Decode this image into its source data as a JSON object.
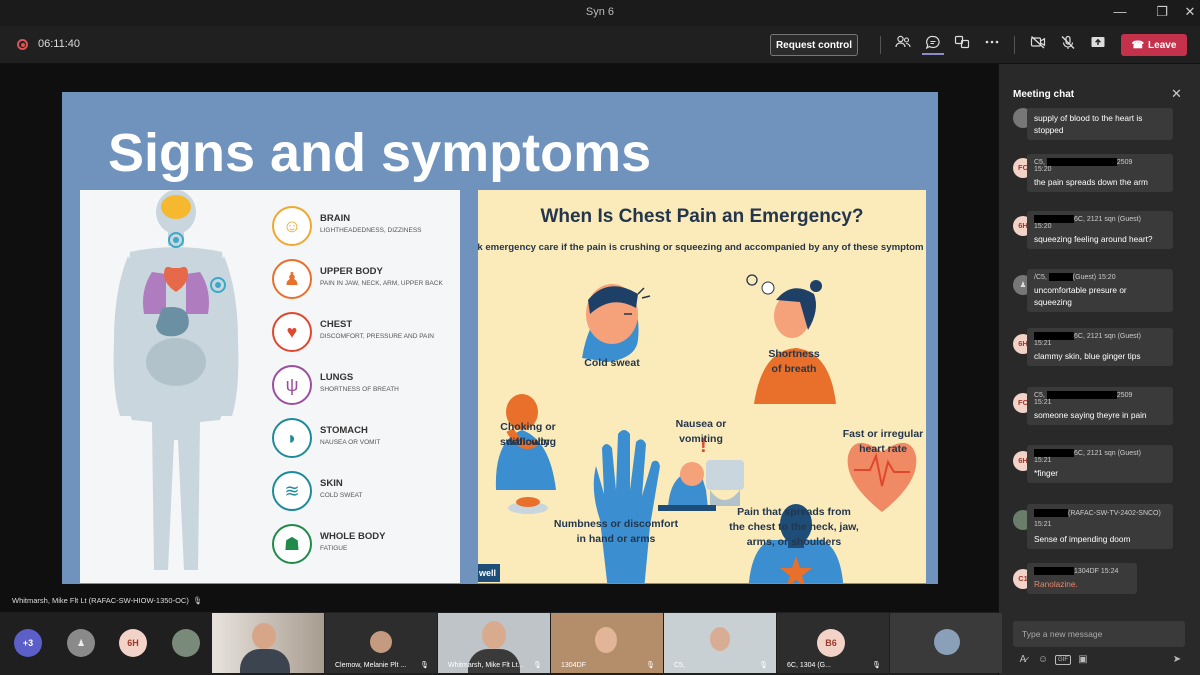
{
  "window": {
    "title": "Syn 6",
    "minimize": "—",
    "maximize": "❐",
    "close": "✕"
  },
  "toolbar": {
    "timer": "06:11:40",
    "request_control": "Request control",
    "leave": "Leave",
    "icons": [
      "people-icon",
      "chat-icon",
      "rooms-icon",
      "more-icon",
      "camera-off-icon",
      "mic-off-icon",
      "share-icon"
    ]
  },
  "slide": {
    "title": "Signs and symptoms",
    "symptoms": [
      {
        "name": "BRAIN",
        "desc": "LIGHTHEADEDNESS, DIZZINESS",
        "color": "#f0a830"
      },
      {
        "name": "UPPER BODY",
        "desc": "PAIN IN JAW, NECK, ARM, UPPER BACK",
        "color": "#e8702a"
      },
      {
        "name": "CHEST",
        "desc": "DISCOMFORT, PRESSURE AND PAIN",
        "color": "#e0472f"
      },
      {
        "name": "LUNGS",
        "desc": "SHORTNESS OF BREATH",
        "color": "#9b4f9e"
      },
      {
        "name": "STOMACH",
        "desc": "NAUSEA OR VOMIT",
        "color": "#1f8a9a"
      },
      {
        "name": "SKIN",
        "desc": "COLD SWEAT",
        "color": "#1f8a9a"
      },
      {
        "name": "WHOLE BODY",
        "desc": "FATIGUE",
        "color": "#1f8a4a"
      }
    ],
    "emergency": {
      "title": "When Is Chest Pain an Emergency?",
      "subtitle": "ek emergency care if the pain is crushing or squeezing and accompanied by any of these symptom",
      "captions": {
        "cold_sweat": "Cold sweat",
        "shortness_1": "Shortness",
        "shortness_2": "of breath",
        "choking_1": "Choking or difficulty",
        "choking_2": "swallowing",
        "nausea_1": "Nausea or",
        "nausea_2": "vomiting",
        "fast_1": "Fast or irregular",
        "fast_2": "heart rate",
        "numb_1": "Numbness or discomfort",
        "numb_2": "in hand or arms",
        "spread_1": "Pain that spreads from",
        "spread_2": "the chest to the neck, jaw,",
        "spread_3": "arms, or shoulders"
      },
      "badge": "well"
    }
  },
  "presenter_label": "Whitmarsh, Mike Flt Lt (RAFAC-SW-HIOW-1350-OC)",
  "chat": {
    "header": "Meeting chat",
    "compose_placeholder": "Type a new message",
    "messages": [
      {
        "avatar": "",
        "meta": "",
        "time": "",
        "text": "supply of blood to the heart is stopped"
      },
      {
        "avatar": "FC",
        "meta": "C5, ",
        "meta_end": "2509",
        "time": "15:20",
        "text": "the pain spreads down the arm"
      },
      {
        "avatar": "6H",
        "meta": "",
        "meta_end": "6C, 2121 sqn (Guest)",
        "time": "15:20",
        "text": "squeezing feeling around heart?"
      },
      {
        "avatar": "",
        "meta": "/C5, ",
        "meta_end": "(Guest)  15:20",
        "time": "",
        "text": "uncomfortable presure or squeezing"
      },
      {
        "avatar": "6H",
        "meta": "",
        "meta_end": "6C, 2121 sqn (Guest)",
        "time": "15:21",
        "text": "clammy skin, blue ginger tips"
      },
      {
        "avatar": "FC",
        "meta": "C5, ",
        "meta_end": "2509",
        "time": "15:21",
        "text": "someone saying theyre in pain"
      },
      {
        "avatar": "6H",
        "meta": "",
        "meta_end": "6C, 2121 sqn (Guest)",
        "time": "15:21",
        "text": "*finger"
      },
      {
        "avatar": "",
        "meta": "",
        "meta_end": "(RAFAC-SW-TV-2402-SNCO)  15:21",
        "time": "",
        "text": "Sense of impending doom"
      },
      {
        "avatar": "C1",
        "meta": "",
        "meta_end": "1304DF  15:24",
        "time": "",
        "text": "Ranolazine."
      }
    ]
  },
  "gallery": {
    "overflow": "+3",
    "avatar_6h": "6H",
    "avatar_b6": "B6",
    "tiles": [
      {
        "label": ""
      },
      {
        "label": "Clemow, Melanie Plt ..."
      },
      {
        "label": "Whitmarsh, Mike Flt Lt..."
      },
      {
        "label": "1304DF"
      },
      {
        "label": "C5,"
      },
      {
        "label": "6C,          1304 (G..."
      }
    ]
  }
}
